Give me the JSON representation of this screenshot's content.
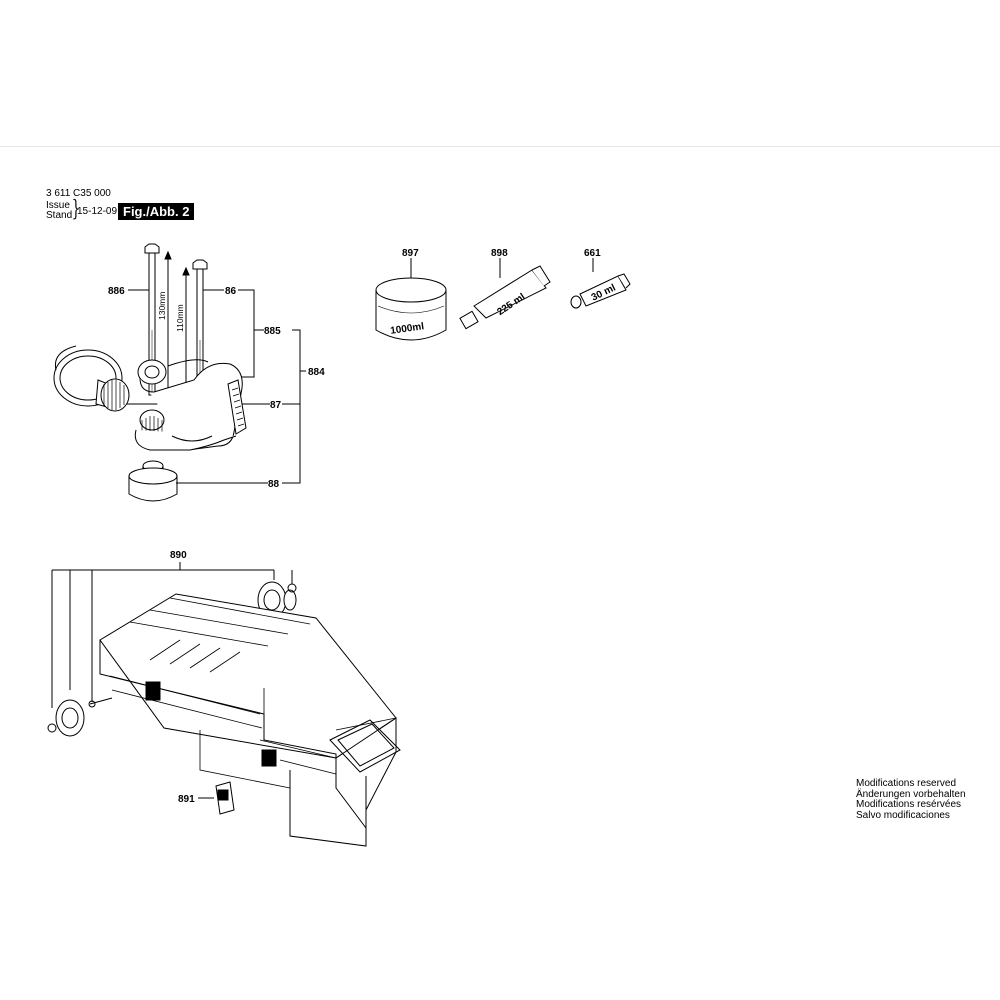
{
  "header": {
    "doc_number": "3 611 C35 000",
    "issue_label": "Issue",
    "stand_label": "Stand",
    "date": "15-12-09",
    "figure_label": "Fig./Abb. 2"
  },
  "callouts": {
    "p886": "886",
    "p86": "86",
    "p885": "885",
    "p884": "884",
    "p87": "87",
    "p88": "88",
    "p897": "897",
    "p898": "898",
    "p661": "661",
    "p890": "890",
    "p891": "891"
  },
  "dimensions": {
    "bolt_long": "130mm",
    "bolt_short": "110mm"
  },
  "product_labels": {
    "jar": "1000ml",
    "tube_large": "225 ml",
    "tube_small": "30 ml"
  },
  "footer": {
    "line1": "Modifications reserved",
    "line2": "Änderungen vorbehalten",
    "line3": "Modifications resérvées",
    "line4": "Salvo modificaciones"
  },
  "colors": {
    "ink": "#000000",
    "highlight_bar": "#000000"
  }
}
